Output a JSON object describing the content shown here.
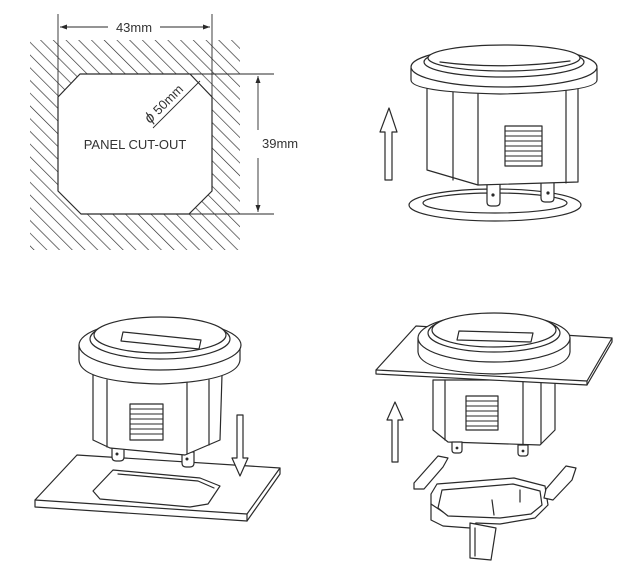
{
  "diagram": {
    "type": "panel-mount installation instructions",
    "colors": {
      "line": "#2a2a2a",
      "text": "#333333",
      "background": "#ffffff"
    },
    "panels": [
      {
        "id": "cutout",
        "label": "PANEL CUT-OUT",
        "dimensions": {
          "width": "43mm",
          "height": "39mm",
          "diagonal": "50mm",
          "diagonal_symbol": "ϕ"
        }
      },
      {
        "id": "step-gasket",
        "description": "Meter lifted onto gasket ring",
        "arrow": "up"
      },
      {
        "id": "step-insert",
        "description": "Meter lowered into panel cut-out",
        "arrow": "down"
      },
      {
        "id": "step-bracket",
        "description": "Mounting bracket pushed up behind panel",
        "arrow": "up"
      }
    ]
  }
}
